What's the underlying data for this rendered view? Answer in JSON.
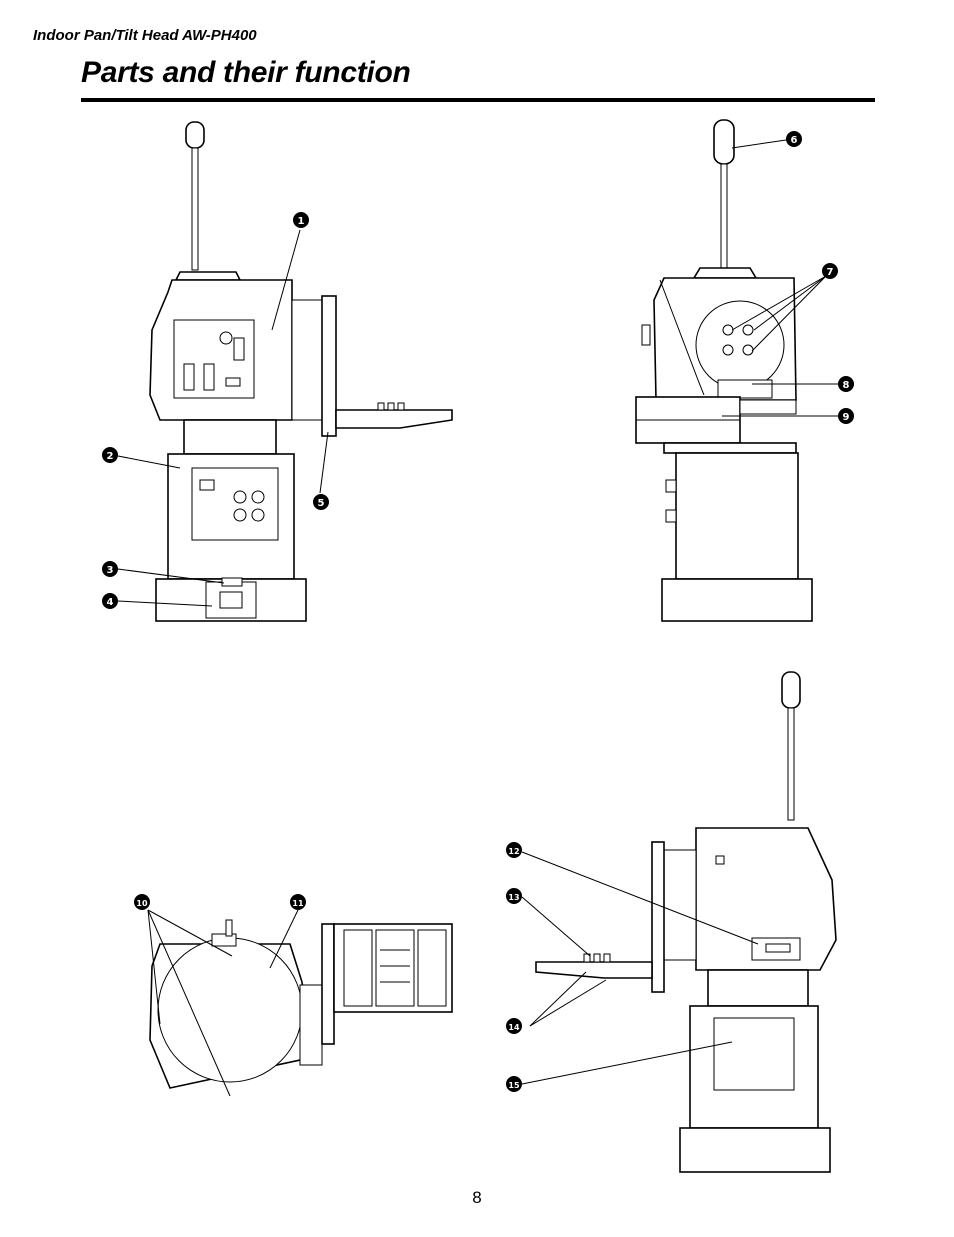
{
  "header": {
    "model_line": "Indoor Pan/Tilt Head  AW-PH400",
    "page_title": "Parts and their function"
  },
  "callouts": [
    "1",
    "2",
    "3",
    "4",
    "5",
    "6",
    "7",
    "8",
    "9",
    "10",
    "11",
    "12",
    "13",
    "14",
    "15"
  ],
  "footer": {
    "page_number": "8"
  }
}
